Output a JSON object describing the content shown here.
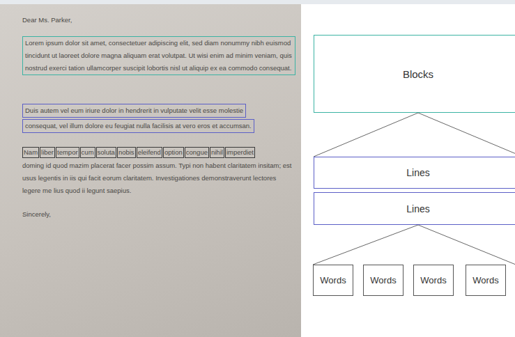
{
  "diagram": {
    "nodes": [
      {
        "text": [
          "Lorem ipsum dolor sit amet, consectetuer adipiscing elit, sed diam nonummy nibh euismod tincidunt ut laoreet dolore magna aliquam erat volutpat. Ut wisi enim ad minim veniam, quis nostrud exerci tation ullamcorper suscipit lobortis nisl ut aliquip ex ea commodo consequat."
        ]
      },
      {
        "text": [
          "Duis autem vel eum iriure dolor in hendrerit in vulputate velit esse molestie"
        ]
      },
      {
        "text": [
          "consequat, vel illum dolore eu feugiat nulla facilisis at vero eros et accumsan."
        ]
      },
      {
        "text": [
          "Nam"
        ]
      },
      {
        "text": [
          "liber"
        ]
      },
      {
        "text": [
          "tempor"
        ]
      },
      {
        "text": [
          "cum"
        ]
      },
      {
        "text": [
          "soluta"
        ]
      },
      {
        "text": [
          "nobis"
        ]
      },
      {
        "text": [
          "eleifend"
        ]
      },
      {
        "text": [
          "option"
        ]
      },
      {
        "text": [
          "congue"
        ]
      },
      {
        "text": [
          "nihil"
        ]
      },
      {
        "text": [
          "imperdiet"
        ]
      },
      {
        "text": [
          "Blocks"
        ]
      },
      {
        "text": [
          "Lines"
        ]
      },
      {
        "text": [
          "Lines"
        ]
      },
      {
        "text": [
          "Words"
        ]
      },
      {
        "text": [
          "Words"
        ]
      },
      {
        "text": [
          "Words"
        ]
      },
      {
        "text": [
          "Words"
        ]
      }
    ],
    "edges": [
      {
        "from": 14,
        "to": 15,
        "arrow": "none"
      },
      {
        "from": 16,
        "to": 17,
        "arrow": "none"
      },
      {
        "from": 16,
        "to": 20,
        "arrow": "none"
      }
    ],
    "labels": [
      "Dear Ms. Parker,",
      "doming id quod mazim placerat facer possim assum. Typi non habent claritatem insitam; est usus legentis in iis qui facit eorum claritatem. Investigationes demonstraverunt lectores legere me lius quod ii legunt saepius.",
      "Sincerely,"
    ]
  }
}
